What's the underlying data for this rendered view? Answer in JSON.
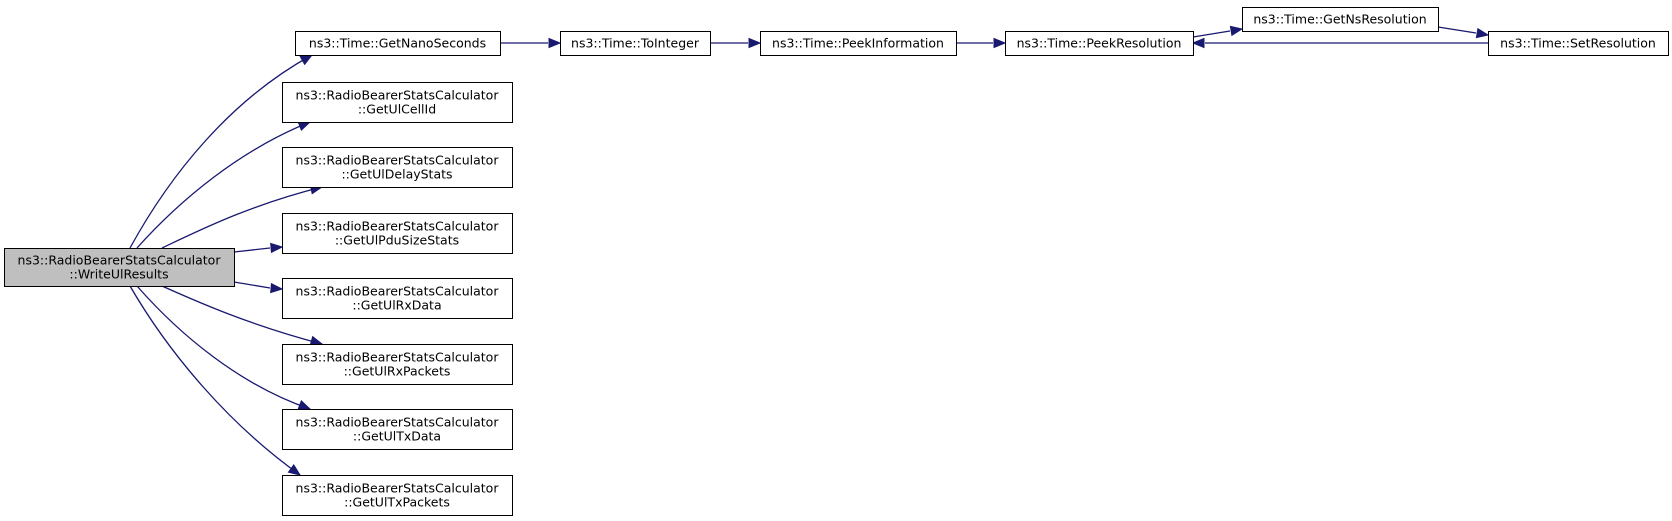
{
  "diagram": {
    "type": "call-graph",
    "nodes": [
      {
        "id": "write",
        "lines": [
          "ns3::RadioBearerStatsCalculator",
          "::WriteUlResults"
        ],
        "highlighted": true
      },
      {
        "id": "getnano",
        "lines": [
          "ns3::Time::GetNanoSeconds"
        ]
      },
      {
        "id": "cellid",
        "lines": [
          "ns3::RadioBearerStatsCalculator",
          "::GetUlCellId"
        ]
      },
      {
        "id": "delay",
        "lines": [
          "ns3::RadioBearerStatsCalculator",
          "::GetUlDelayStats"
        ]
      },
      {
        "id": "pdu",
        "lines": [
          "ns3::RadioBearerStatsCalculator",
          "::GetUlPduSizeStats"
        ]
      },
      {
        "id": "rxdata",
        "lines": [
          "ns3::RadioBearerStatsCalculator",
          "::GetUlRxData"
        ]
      },
      {
        "id": "rxpkt",
        "lines": [
          "ns3::RadioBearerStatsCalculator",
          "::GetUlRxPackets"
        ]
      },
      {
        "id": "txdata",
        "lines": [
          "ns3::RadioBearerStatsCalculator",
          "::GetUlTxData"
        ]
      },
      {
        "id": "txpkt",
        "lines": [
          "ns3::RadioBearerStatsCalculator",
          "::GetUlTxPackets"
        ]
      },
      {
        "id": "tointeger",
        "lines": [
          "ns3::Time::ToInteger"
        ]
      },
      {
        "id": "peekinfo",
        "lines": [
          "ns3::Time::PeekInformation"
        ]
      },
      {
        "id": "peekres",
        "lines": [
          "ns3::Time::PeekResolution"
        ]
      },
      {
        "id": "getns",
        "lines": [
          "ns3::Time::GetNsResolution"
        ]
      },
      {
        "id": "setres",
        "lines": [
          "ns3::Time::SetResolution"
        ]
      }
    ],
    "edges": [
      {
        "from": "write",
        "to": "getnano"
      },
      {
        "from": "write",
        "to": "cellid"
      },
      {
        "from": "write",
        "to": "delay"
      },
      {
        "from": "write",
        "to": "pdu"
      },
      {
        "from": "write",
        "to": "rxdata"
      },
      {
        "from": "write",
        "to": "rxpkt"
      },
      {
        "from": "write",
        "to": "txdata"
      },
      {
        "from": "write",
        "to": "txpkt"
      },
      {
        "from": "getnano",
        "to": "tointeger"
      },
      {
        "from": "tointeger",
        "to": "peekinfo"
      },
      {
        "from": "peekinfo",
        "to": "peekres"
      },
      {
        "from": "peekres",
        "to": "getns"
      },
      {
        "from": "getns",
        "to": "setres"
      },
      {
        "from": "setres",
        "to": "peekres"
      }
    ],
    "colors": {
      "edge": "#191970",
      "highlight_fill": "#bfbfbf",
      "node_fill": "#ffffff",
      "border": "#000000"
    }
  }
}
